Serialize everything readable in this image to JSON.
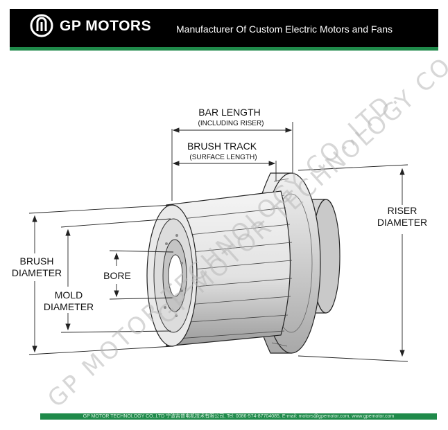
{
  "header": {
    "brand": "GP MOTORS",
    "tagline": "Manufacturer Of Custom Electric Motors and Fans",
    "colors": {
      "background": "#000000",
      "accent": "#1f8a4a"
    }
  },
  "diagram": {
    "labels": {
      "bar_length": "BAR LENGTH",
      "bar_length_sub": "(INCLUDING RISER)",
      "brush_track": "BRUSH TRACK",
      "brush_track_sub": "(SURFACE LENGTH)",
      "riser_1": "RISER",
      "riser_2": "DIAMETER",
      "brush_1": "BRUSH",
      "brush_2": "DIAMETER",
      "bore": "BORE",
      "mold_1": "MOLD",
      "mold_2": "DIAMETER"
    },
    "watermark": {
      "company_line_1": "GP MOTOR TECHNOLOGY CO.,LTD.",
      "company_line_2": "GP MOTOR TECHNOLOGY CO.,LTD."
    }
  },
  "footer": {
    "text": "GP MOTOR TECHNOLOGY CO.,LTD 宁波吉普电机技术有限公司, Tel: 0086-574-87704085, E-mail: motors@gpemotor.com, www.gpemotor.com"
  }
}
